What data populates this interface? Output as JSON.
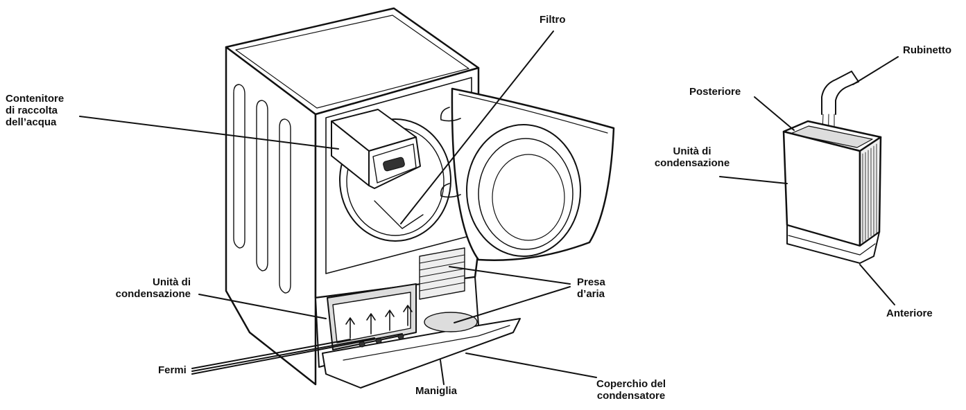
{
  "labels": {
    "filtro": "Filtro",
    "contenitore": [
      "Contenitore",
      "di raccolta",
      "dell’acqua"
    ],
    "unita_left": [
      "Unità di",
      "condensazione"
    ],
    "fermi": "Fermi",
    "maniglia": "Maniglia",
    "coperchio": [
      "Coperchio del",
      "condensatore"
    ],
    "presa": [
      "Presa",
      "d’aria"
    ],
    "rubinetto": "Rubinetto",
    "posteriore": "Posteriore",
    "unita_right": [
      "Unità di",
      "condensazione"
    ],
    "anteriore": "Anteriore"
  },
  "colors": {
    "ink": "#111111",
    "body_fill": "#ffffff",
    "shade": "#e6e6e6",
    "dark": "#2a2a2a"
  }
}
